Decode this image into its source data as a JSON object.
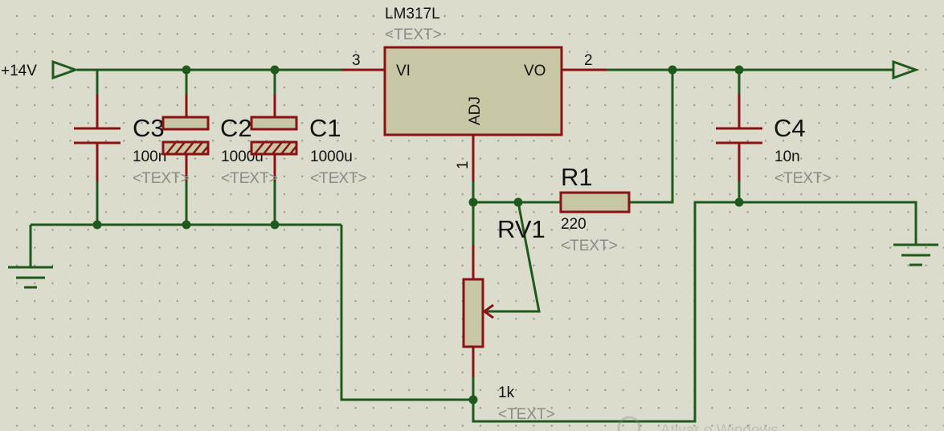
{
  "power_in": {
    "label": "+14V"
  },
  "regulator": {
    "ref": "LM317L",
    "placeholder": "<TEXT>",
    "pin_vi": "VI",
    "pin_vo": "VO",
    "pin_adj": "ADJ",
    "pin3": "3",
    "pin2": "2",
    "pin1": "1"
  },
  "c3": {
    "ref": "C3",
    "value": "100n",
    "placeholder": "<TEXT>"
  },
  "c2": {
    "ref": "C2",
    "value": "1000u",
    "placeholder": "<TEXT>"
  },
  "c1": {
    "ref": "C1",
    "value": "1000u",
    "placeholder": "<TEXT>"
  },
  "c4": {
    "ref": "C4",
    "value": "10n",
    "placeholder": "<TEXT>"
  },
  "r1": {
    "ref": "R1",
    "value": "220",
    "placeholder": "<TEXT>"
  },
  "rv1": {
    "ref": "RV1",
    "value": "1k",
    "placeholder": "<TEXT>"
  },
  "watermark": {
    "text": "Ativar o Windows"
  },
  "colors": {
    "wire": "#1e5a1e",
    "pin": "#8a1212",
    "body": "#c7c7a6",
    "background": "#dcdccc"
  }
}
